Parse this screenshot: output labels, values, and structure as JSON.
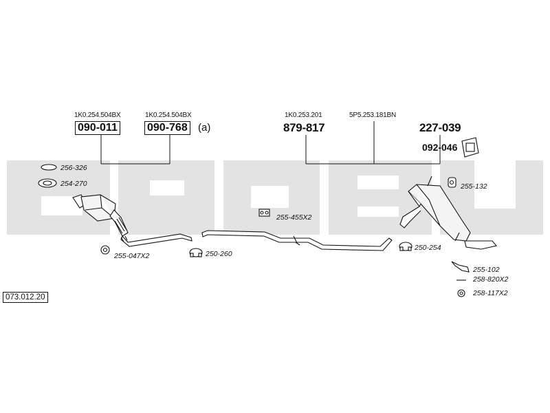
{
  "colors": {
    "watermark": "#e3e3e3",
    "line": "#111111",
    "pipe_fill": "#ffffff",
    "part_fill": "#f4f4f4"
  },
  "watermark": {
    "icon": "bosal-logo-watermark"
  },
  "reference_number": "073.012.20",
  "oem_labels": {
    "cat_a": "1K0.254.504BX",
    "cat_b": "1K0.254.504BX",
    "mid": "1K0.253.201",
    "rear": "5P5.253.181BN"
  },
  "parts": {
    "cat_a": "090-011",
    "cat_b": "090-768",
    "cat_b_suffix": "(a)",
    "mid": "879-817",
    "rear": "227-039",
    "rear_kit": "092-046"
  },
  "accessories": {
    "gasket_1": "256-326",
    "gasket_2": "254-270",
    "rubber_front": "255-047X2",
    "clamp_front": "250-260",
    "hanger_mid": "255-455X2",
    "rubber_rear": "255-132",
    "clamp_rear": "250-254",
    "bracket_rear": "255-102",
    "bolt_rear": "258-820X2",
    "washer_rear": "258-117X2"
  }
}
